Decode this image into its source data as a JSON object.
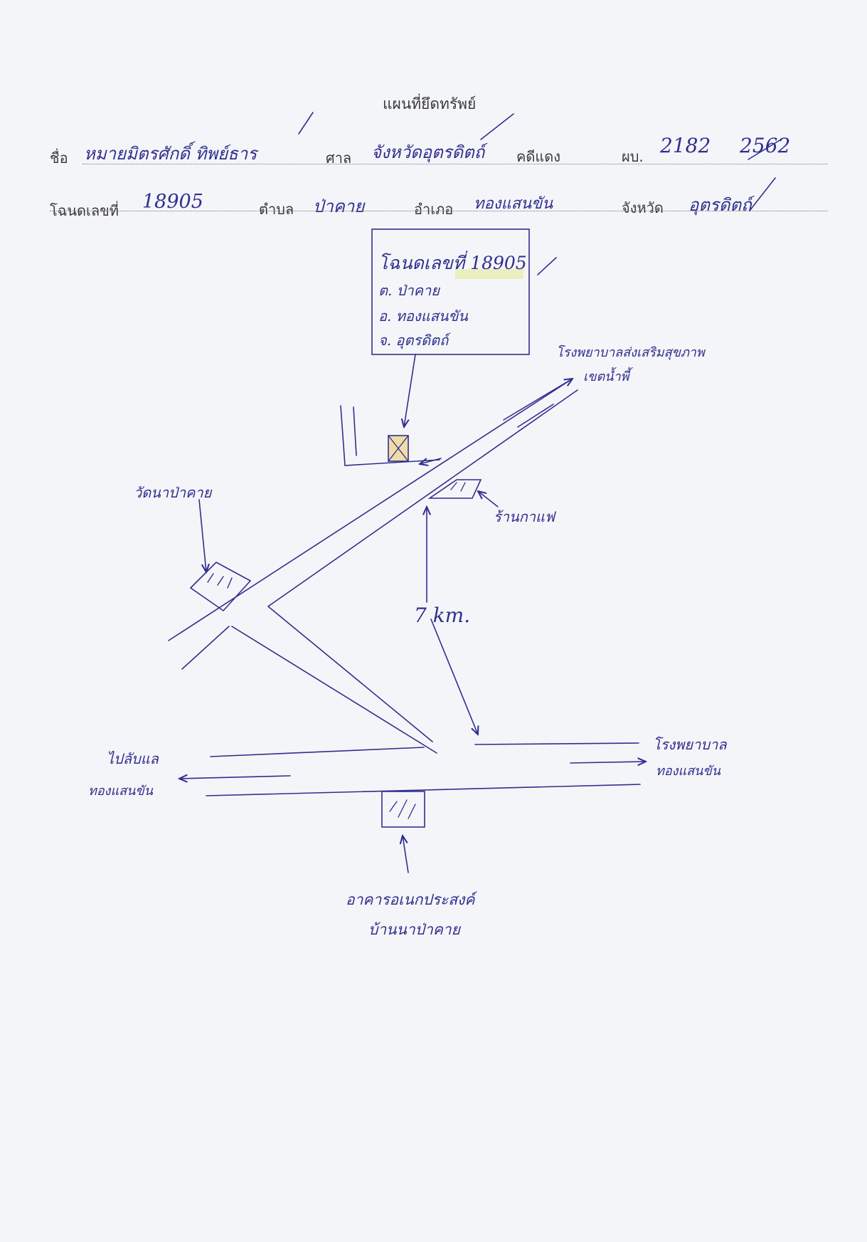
{
  "document": {
    "title": "แผนที่ยึดทรัพย์"
  },
  "header": {
    "row1": {
      "name_label": "ชื่อ",
      "name_value": "หมายมิตรศักดิ์ ทิพย์ธาร",
      "court_label": "ศาล",
      "court_value": "จังหวัดอุตรดิตถ์",
      "case_label": "คดีแดง",
      "case_prefix": "ผบ.",
      "case_number": "2182",
      "case_year": "2562"
    },
    "row2": {
      "deed_label": "โฉนดเลขที่",
      "deed_value": "18905",
      "subdistrict_label": "ตำบล",
      "subdistrict_value": "ป่าคาย",
      "district_label": "อำเภอ",
      "district_value": "ทองแสนขัน",
      "province_label": "จังหวัด",
      "province_value": "อุตรดิตถ์"
    }
  },
  "map": {
    "deed_box": {
      "line1": "โฉนดเลขที่ 18905",
      "line2": "ต. ป่าคาย",
      "line3": "อ. ทองแสนขัน",
      "line4": "จ. อุตรดิตถ์"
    },
    "labels": {
      "hospital": "โรงพยาบาลส่งเสริมสุขภาพ",
      "hospital_line2": "เขตน้ำพี้",
      "temple": "วัดนาป่าคาย",
      "coffee_shop": "ร้านกาแฟ",
      "distance": "7 km.",
      "to_left_line1": "ไปลับแล",
      "to_left_line2": "ทองแสนขัน",
      "to_right_line1": "โรงพยาบาล",
      "to_right_line2": "ทองแสนขัน",
      "bottom_line1": "อาคารอเนกประสงค์",
      "bottom_line2": "บ้านนาป่าคาย"
    },
    "colors": {
      "ink": "#2f2f8f",
      "highlight": "#e8ecb0",
      "parcel_fill": "#f0dca8"
    }
  }
}
